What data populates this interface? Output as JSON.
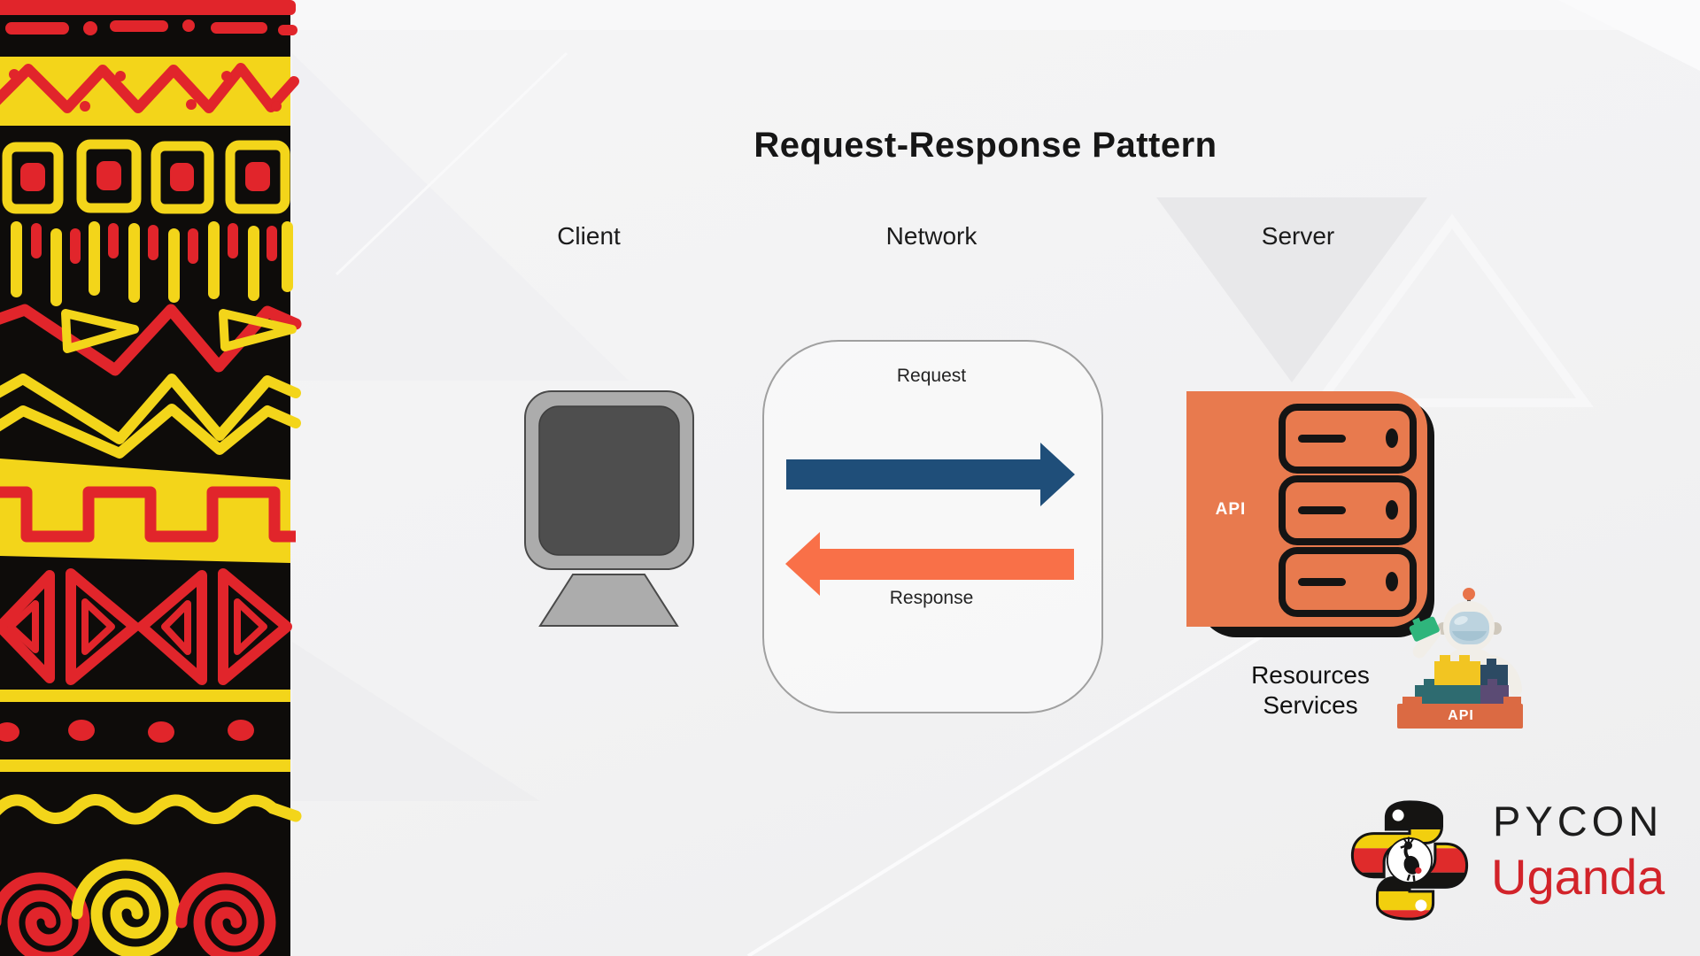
{
  "slide": {
    "title": "Request-Response Pattern",
    "labels": {
      "client": "Client",
      "network": "Network",
      "server": "Server"
    },
    "network_box": {
      "request": "Request",
      "response": "Response"
    },
    "server": {
      "api": "API",
      "caption1": "Resources",
      "caption2": "Services"
    },
    "mascot": {
      "brick_label": "API"
    },
    "logo": {
      "name": "PYCON",
      "country": "Uganda"
    },
    "colors": {
      "request_arrow": "#1f4e79",
      "response_arrow": "#f97048",
      "server_orange": "#e87a4e",
      "pattern_red": "#e1252b",
      "pattern_yellow": "#f3d51a",
      "logo_red": "#d2232a",
      "background": "#f2f2f3"
    }
  }
}
